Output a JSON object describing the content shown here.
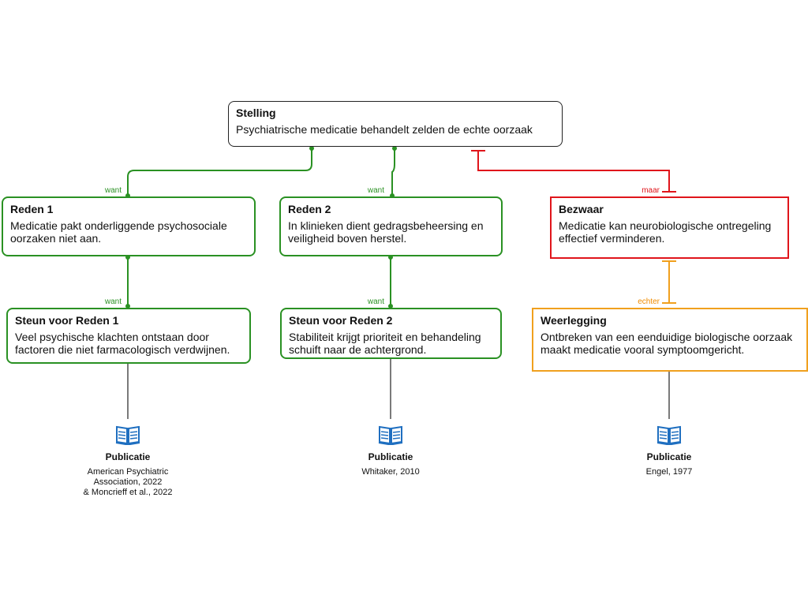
{
  "claim": {
    "title": "Stelling",
    "text": "Psychiatrische medicatie behandelt zelden de echte oorzaak"
  },
  "reason1": {
    "title": "Reden 1",
    "text": "Medicatie pakt onderliggende psychosociale oorzaken niet aan."
  },
  "reason2": {
    "title": "Reden 2",
    "text": "In klinieken dient gedragsbeheersing en veiligheid boven herstel."
  },
  "objection": {
    "title": "Bezwaar",
    "text": "Medicatie kan neurobiologische ontregeling effectief verminderen."
  },
  "support1": {
    "title": "Steun voor Reden 1",
    "text": "Veel psychische klachten ontstaan door factoren die niet farmacologisch verdwijnen."
  },
  "support2": {
    "title": "Steun voor Reden 2",
    "text": "Stabiliteit krijgt prioriteit en behandeling schuift naar de achtergrond."
  },
  "rebuttal": {
    "title": "Weerlegging",
    "text": "Ontbreken van een eenduidige biologische oorzaak maakt medicatie vooral symptoomgericht."
  },
  "edges": {
    "claim_reason1": "want",
    "claim_reason2": "want",
    "claim_objection": "maar",
    "reason1_support1": "want",
    "reason2_support2": "want",
    "objection_rebuttal": "echter"
  },
  "publications": [
    {
      "icon": "book-icon",
      "title": "Publicatie",
      "reference": "American Psychiatric\nAssociation, 2022\n&  Moncrieff et al., 2022"
    },
    {
      "icon": "book-icon",
      "title": "Publicatie",
      "reference": "Whitaker, 2010"
    },
    {
      "icon": "book-icon",
      "title": "Publicatie",
      "reference": "Engel, 1977"
    }
  ],
  "colors": {
    "support": "#2a9123",
    "objection": "#e0151b",
    "rebuttal": "#f0a01e",
    "claim_border": "#222222",
    "book": "#1f6fc0"
  }
}
